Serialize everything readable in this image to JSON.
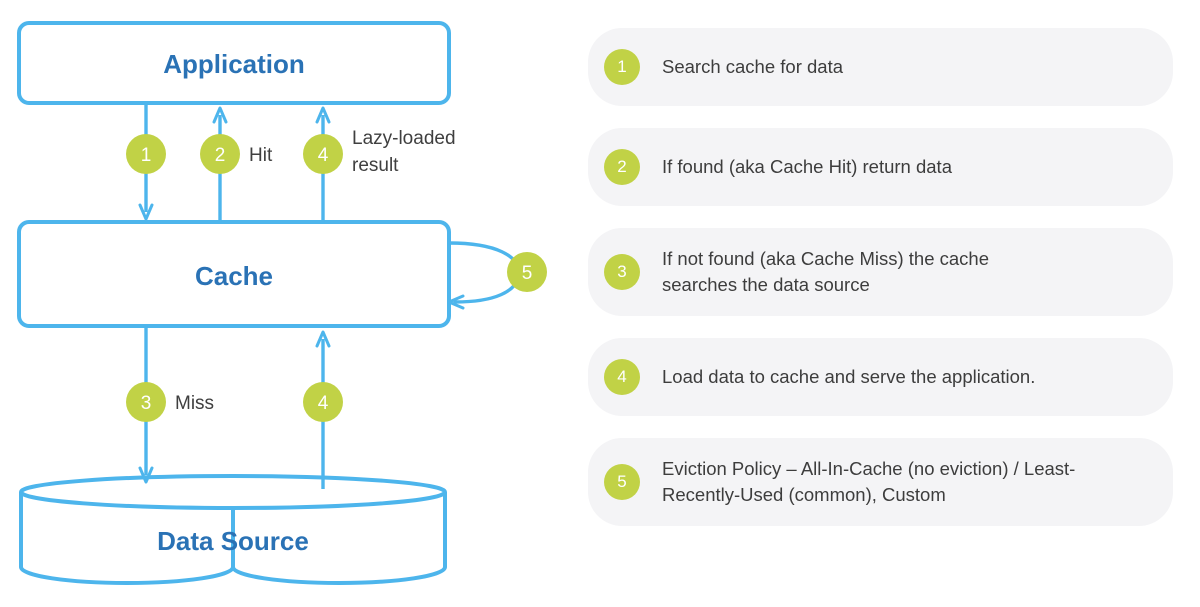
{
  "colors": {
    "accent_blue": "#4db5ec",
    "node_text_blue": "#2a72b5",
    "badge_green": "#c1d246",
    "pill_gray": "#f4f4f6",
    "label_gray": "#3f3f3f",
    "canvas_white": "#ffffff"
  },
  "diagram": {
    "nodes": [
      {
        "id": "application",
        "label": "Application",
        "shape": "rounded-rect"
      },
      {
        "id": "cache",
        "label": "Cache",
        "shape": "rounded-rect"
      },
      {
        "id": "data_source",
        "label": "Data Source",
        "shape": "cylinder"
      }
    ],
    "edges": [
      {
        "id": "app-to-cache",
        "badge": "1",
        "label": "",
        "from": "application",
        "to": "cache",
        "direction": "down"
      },
      {
        "id": "cache-to-app-hit",
        "badge": "2",
        "label": "Hit",
        "from": "cache",
        "to": "application",
        "direction": "up"
      },
      {
        "id": "cache-to-app-lazy",
        "badge": "4",
        "label": "Lazy-loaded\nresult",
        "from": "cache",
        "to": "application",
        "direction": "up"
      },
      {
        "id": "cache-to-ds-miss",
        "badge": "3",
        "label": "Miss",
        "from": "cache",
        "to": "data_source",
        "direction": "down"
      },
      {
        "id": "ds-to-cache-load",
        "badge": "4",
        "label": "",
        "from": "data_source",
        "to": "cache",
        "direction": "up"
      },
      {
        "id": "cache-self-eviction",
        "badge": "5",
        "label": "",
        "from": "cache",
        "to": "cache",
        "direction": "self-loop"
      }
    ],
    "edge_labels": {
      "hit": "Hit",
      "miss": "Miss",
      "lazy_line1": "Lazy-loaded",
      "lazy_line2": "result"
    },
    "badges": {
      "b1": "1",
      "b2": "2",
      "b4_top": "4",
      "b3": "3",
      "b4_bottom": "4",
      "b5": "5"
    }
  },
  "legend": {
    "items": [
      {
        "number": "1",
        "text": "Search cache for data"
      },
      {
        "number": "2",
        "text": "If found (aka Cache Hit) return data"
      },
      {
        "number": "3",
        "text": "If not found (aka Cache Miss) the cache\nsearches the data source"
      },
      {
        "number": "4",
        "text": "Load data to cache and serve the application."
      },
      {
        "number": "5",
        "text": "Eviction Policy – All-In-Cache (no eviction) / Least-\nRecently-Used (common), Custom"
      }
    ]
  }
}
